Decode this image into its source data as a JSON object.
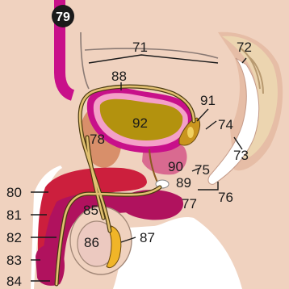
{
  "figure": {
    "number": "79",
    "labels": {
      "l71": "71",
      "l72": "72",
      "l73": "73",
      "l74": "74",
      "l75": "75",
      "l76": "76",
      "l77": "77",
      "l78": "78",
      "l80": "80",
      "l81": "81",
      "l82": "82",
      "l83": "83",
      "l84": "84",
      "l85": "85",
      "l86": "86",
      "l87": "87",
      "l88": "88",
      "l89": "89",
      "l90": "90",
      "l91": "91",
      "l92": "92"
    }
  },
  "colors": {
    "body": "#f0d2bf",
    "body_shadow": "#e6bda6",
    "background": "#ffffff",
    "bone": "#ecd5b0",
    "cavity": "#ffffff",
    "rectum": "#dbb3a4",
    "bladder_wall": "#c8108a",
    "bladder_inner": "#f4a0c8",
    "bladder_lumen": "#b3920e",
    "prostate": "#d96a90",
    "seminal_vesicle": "#c9951e",
    "vas_deferens": "#d8b060",
    "vas_outline": "#4a3a10",
    "corpus_cavernosum": "#cc1f3d",
    "corpus_spongiosum": "#b0125e",
    "testis": "#ecc9c0",
    "epididymis": "#f0b528",
    "symphysis": "#d88f6a",
    "badge": "#1a1a1a"
  }
}
